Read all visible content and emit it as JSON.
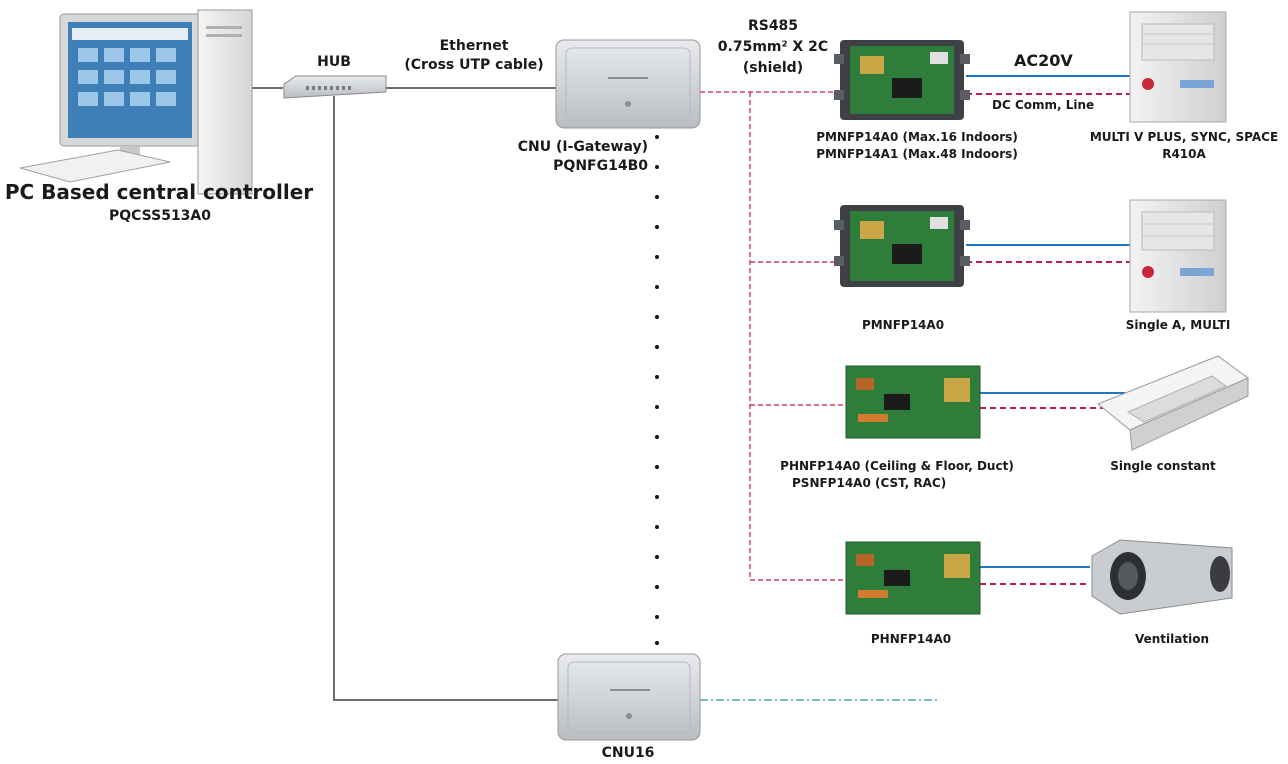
{
  "pc": {
    "title": "PC Based central controller",
    "model": "PQCSS513A0"
  },
  "hub": {
    "label": "HUB"
  },
  "ethernet": {
    "line1": "Ethernet",
    "line2": "(Cross UTP cable)"
  },
  "rs485": {
    "line1": "RS485",
    "line2": "0.75mm² X 2C",
    "line3": "(shield)"
  },
  "cnu": {
    "line1": "CNU (I-Gateway)",
    "line2": "PQNFG14B0"
  },
  "cnu16": {
    "label": "CNU16"
  },
  "power": {
    "label": "AC20V"
  },
  "comm": {
    "label": "DC Comm, Line"
  },
  "branches": [
    {
      "pi_lines": [
        "PMNFP14A0 (Max.16 Indoors)",
        "PMNFP14A1 (Max.48 Indoors)"
      ],
      "unit_lines": [
        "MULTI V PLUS, SYNC, SPACE",
        "R410A"
      ]
    },
    {
      "pi_lines": [
        "PMNFP14A0"
      ],
      "unit_lines": [
        "Single A, MULTI"
      ]
    },
    {
      "pi_lines": [
        "PHNFP14A0 (Ceiling & Floor, Duct)",
        "PSNFP14A0 (CST, RAC)"
      ],
      "unit_lines": [
        "Single constant"
      ]
    },
    {
      "pi_lines": [
        "PHNFP14A0"
      ],
      "unit_lines": [
        "Ventilation"
      ]
    }
  ],
  "colors": {
    "ethernet_line": "#6e6e6e",
    "rs485_line": "#c2185b",
    "power_line": "#1f77c4",
    "extension_line": "#2a8fb5",
    "device_silver": "#cfd2d6",
    "pcb_green": "#2f7d3a"
  }
}
